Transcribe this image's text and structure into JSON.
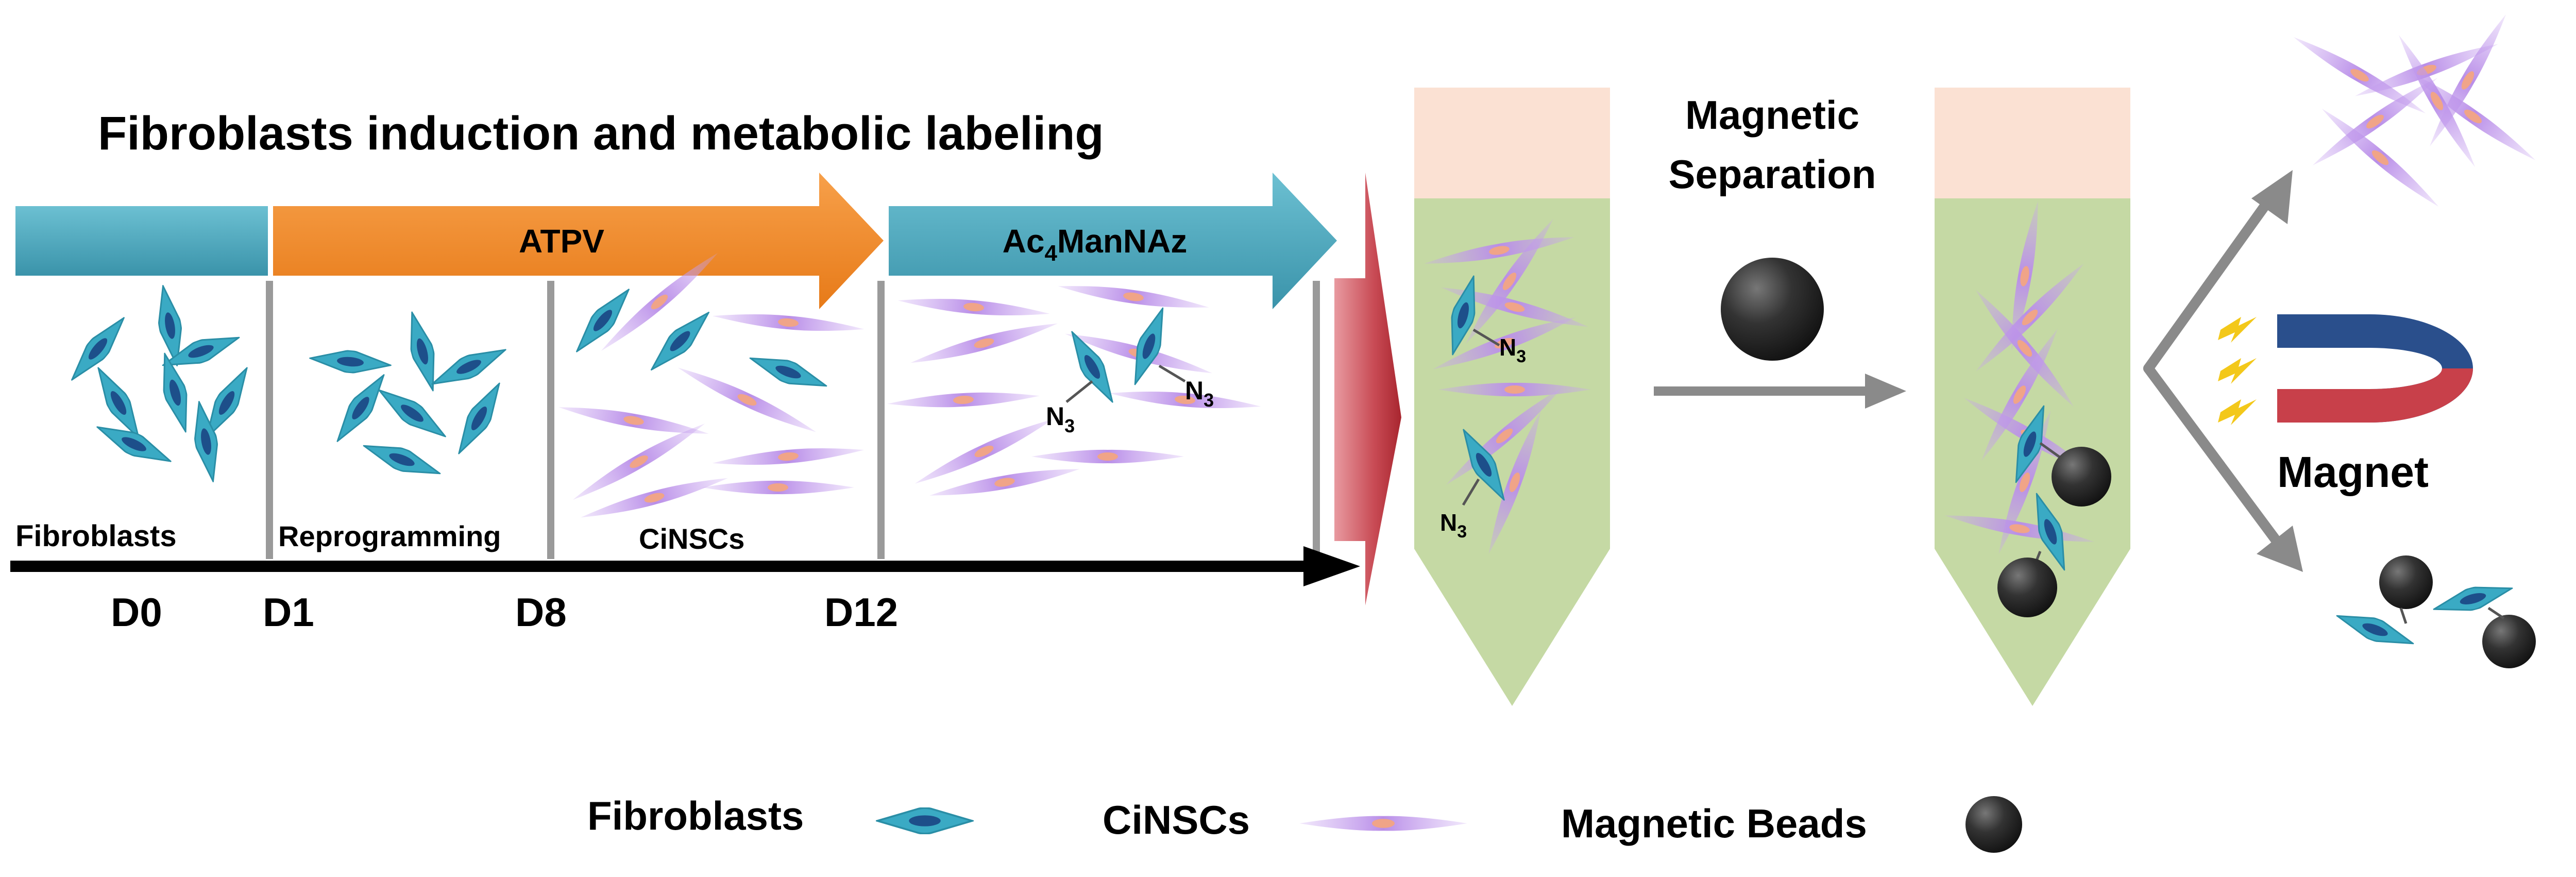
{
  "title": "Fibroblasts induction and metabolic labeling",
  "stages": {
    "atpv": "ATPV",
    "ac4_prefix": "Ac",
    "ac4_sub": "4",
    "ac4_suffix": "ManNAz"
  },
  "panels": {
    "fibroblasts": "Fibroblasts",
    "reprogramming": "Reprogramming",
    "cinscs": "CiNSCs"
  },
  "timeline": [
    "D0",
    "D1",
    "D8",
    "D12"
  ],
  "azide": {
    "n": "N",
    "sub": "3"
  },
  "separation": {
    "line1": "Magnetic",
    "line2": "Separation"
  },
  "magnet_label": "Magnet",
  "legend": {
    "fibroblasts": "Fibroblasts",
    "cinscs": "CiNSCs",
    "beads": "Magnetic Beads"
  },
  "colors": {
    "stage_teal": "#4aa3b8",
    "stage_orange": "#f08a2a",
    "tube_green": "#c5d9a4",
    "tube_cap": "#fbe1d3",
    "fibroblast": "#3aaac4",
    "fibroblast_nucleus": "#1d4f8a",
    "cinsc": "#c8a3f0",
    "cinsc_nucleus": "#f0a488",
    "bead": "#2b2b2b",
    "magnet_blue": "#2a4f8c",
    "magnet_red": "#c8404a"
  }
}
